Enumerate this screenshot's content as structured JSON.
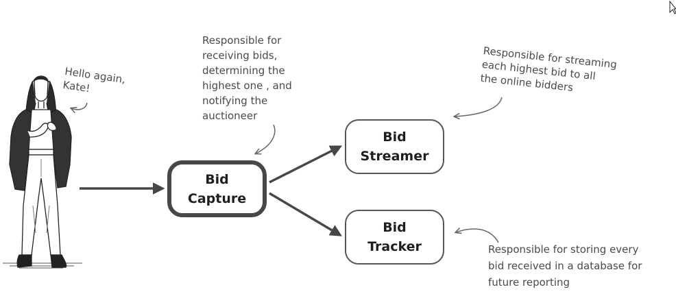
{
  "greeting": "Hello again,\nKate!",
  "nodes": {
    "capture": "Bid\nCapture",
    "streamer": "Bid\nStreamer",
    "tracker": "Bid\nTracker"
  },
  "notes": {
    "capture": "Responsible for\nreceiving bids,\ndetermining the\nhighest one , and\nnotifying the\nauctioneer",
    "streamer": "Responsible for streaming\neach highest bid to all\nthe online bidders",
    "tracker": "Responsible for storing every\nbid received in a database for\nfuture reporting"
  },
  "icons": {
    "person": "woman-illustration",
    "cursor": "mouse-cursor-icon"
  }
}
